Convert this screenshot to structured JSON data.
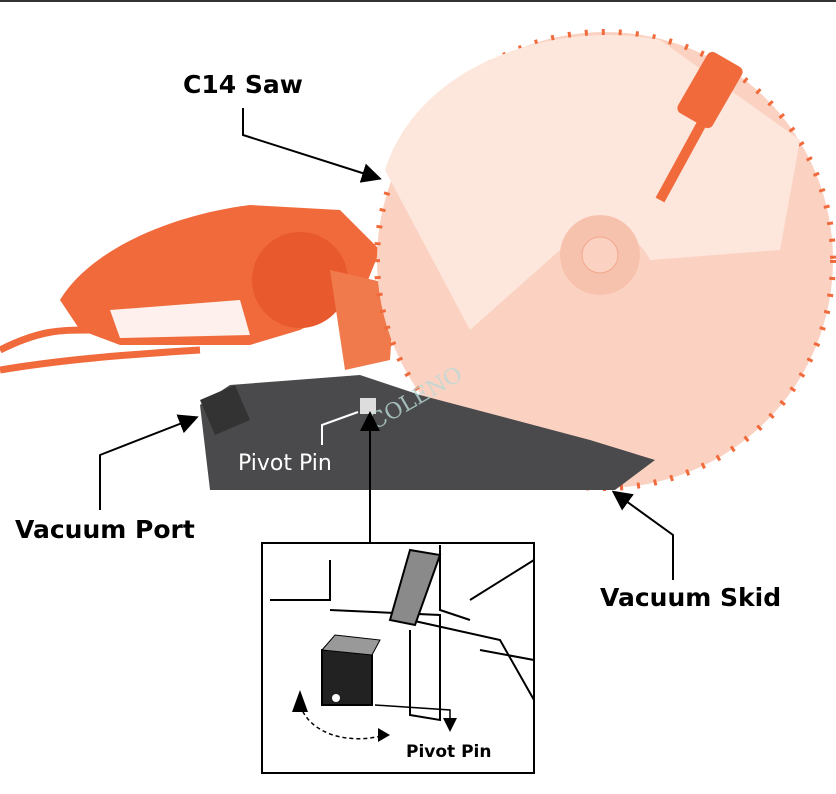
{
  "labels": {
    "saw": "C14 Saw",
    "vacuum_port": "Vacuum Port",
    "vacuum_skid": "Vacuum Skid",
    "pivot_pin_main": "Pivot Pin",
    "pivot_pin_inset": "Pivot Pin"
  },
  "watermark": "COLENO",
  "colors": {
    "saw_body": "#f06a3c",
    "blade": "#fbd2c2",
    "guard": "#fde6dc",
    "skid": "#4a4a4c",
    "inset_part": "#8a8a8a"
  }
}
